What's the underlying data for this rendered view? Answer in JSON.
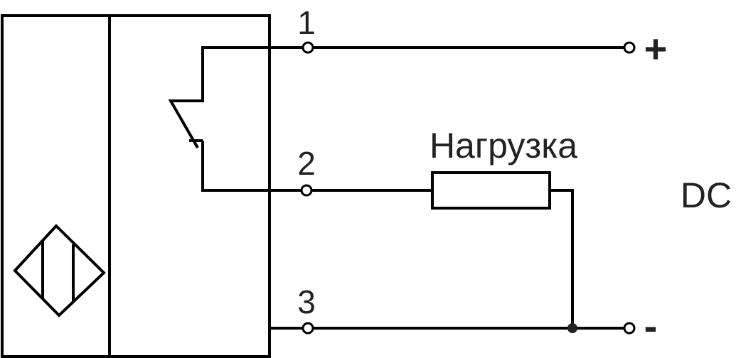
{
  "terminals": {
    "t1": "1",
    "t2": "2",
    "t3": "3"
  },
  "load_label": "Нагрузка",
  "supply": {
    "plus": "+",
    "minus": "-",
    "type": "DC"
  },
  "colors": {
    "line": "#000000",
    "text": "#222222"
  }
}
